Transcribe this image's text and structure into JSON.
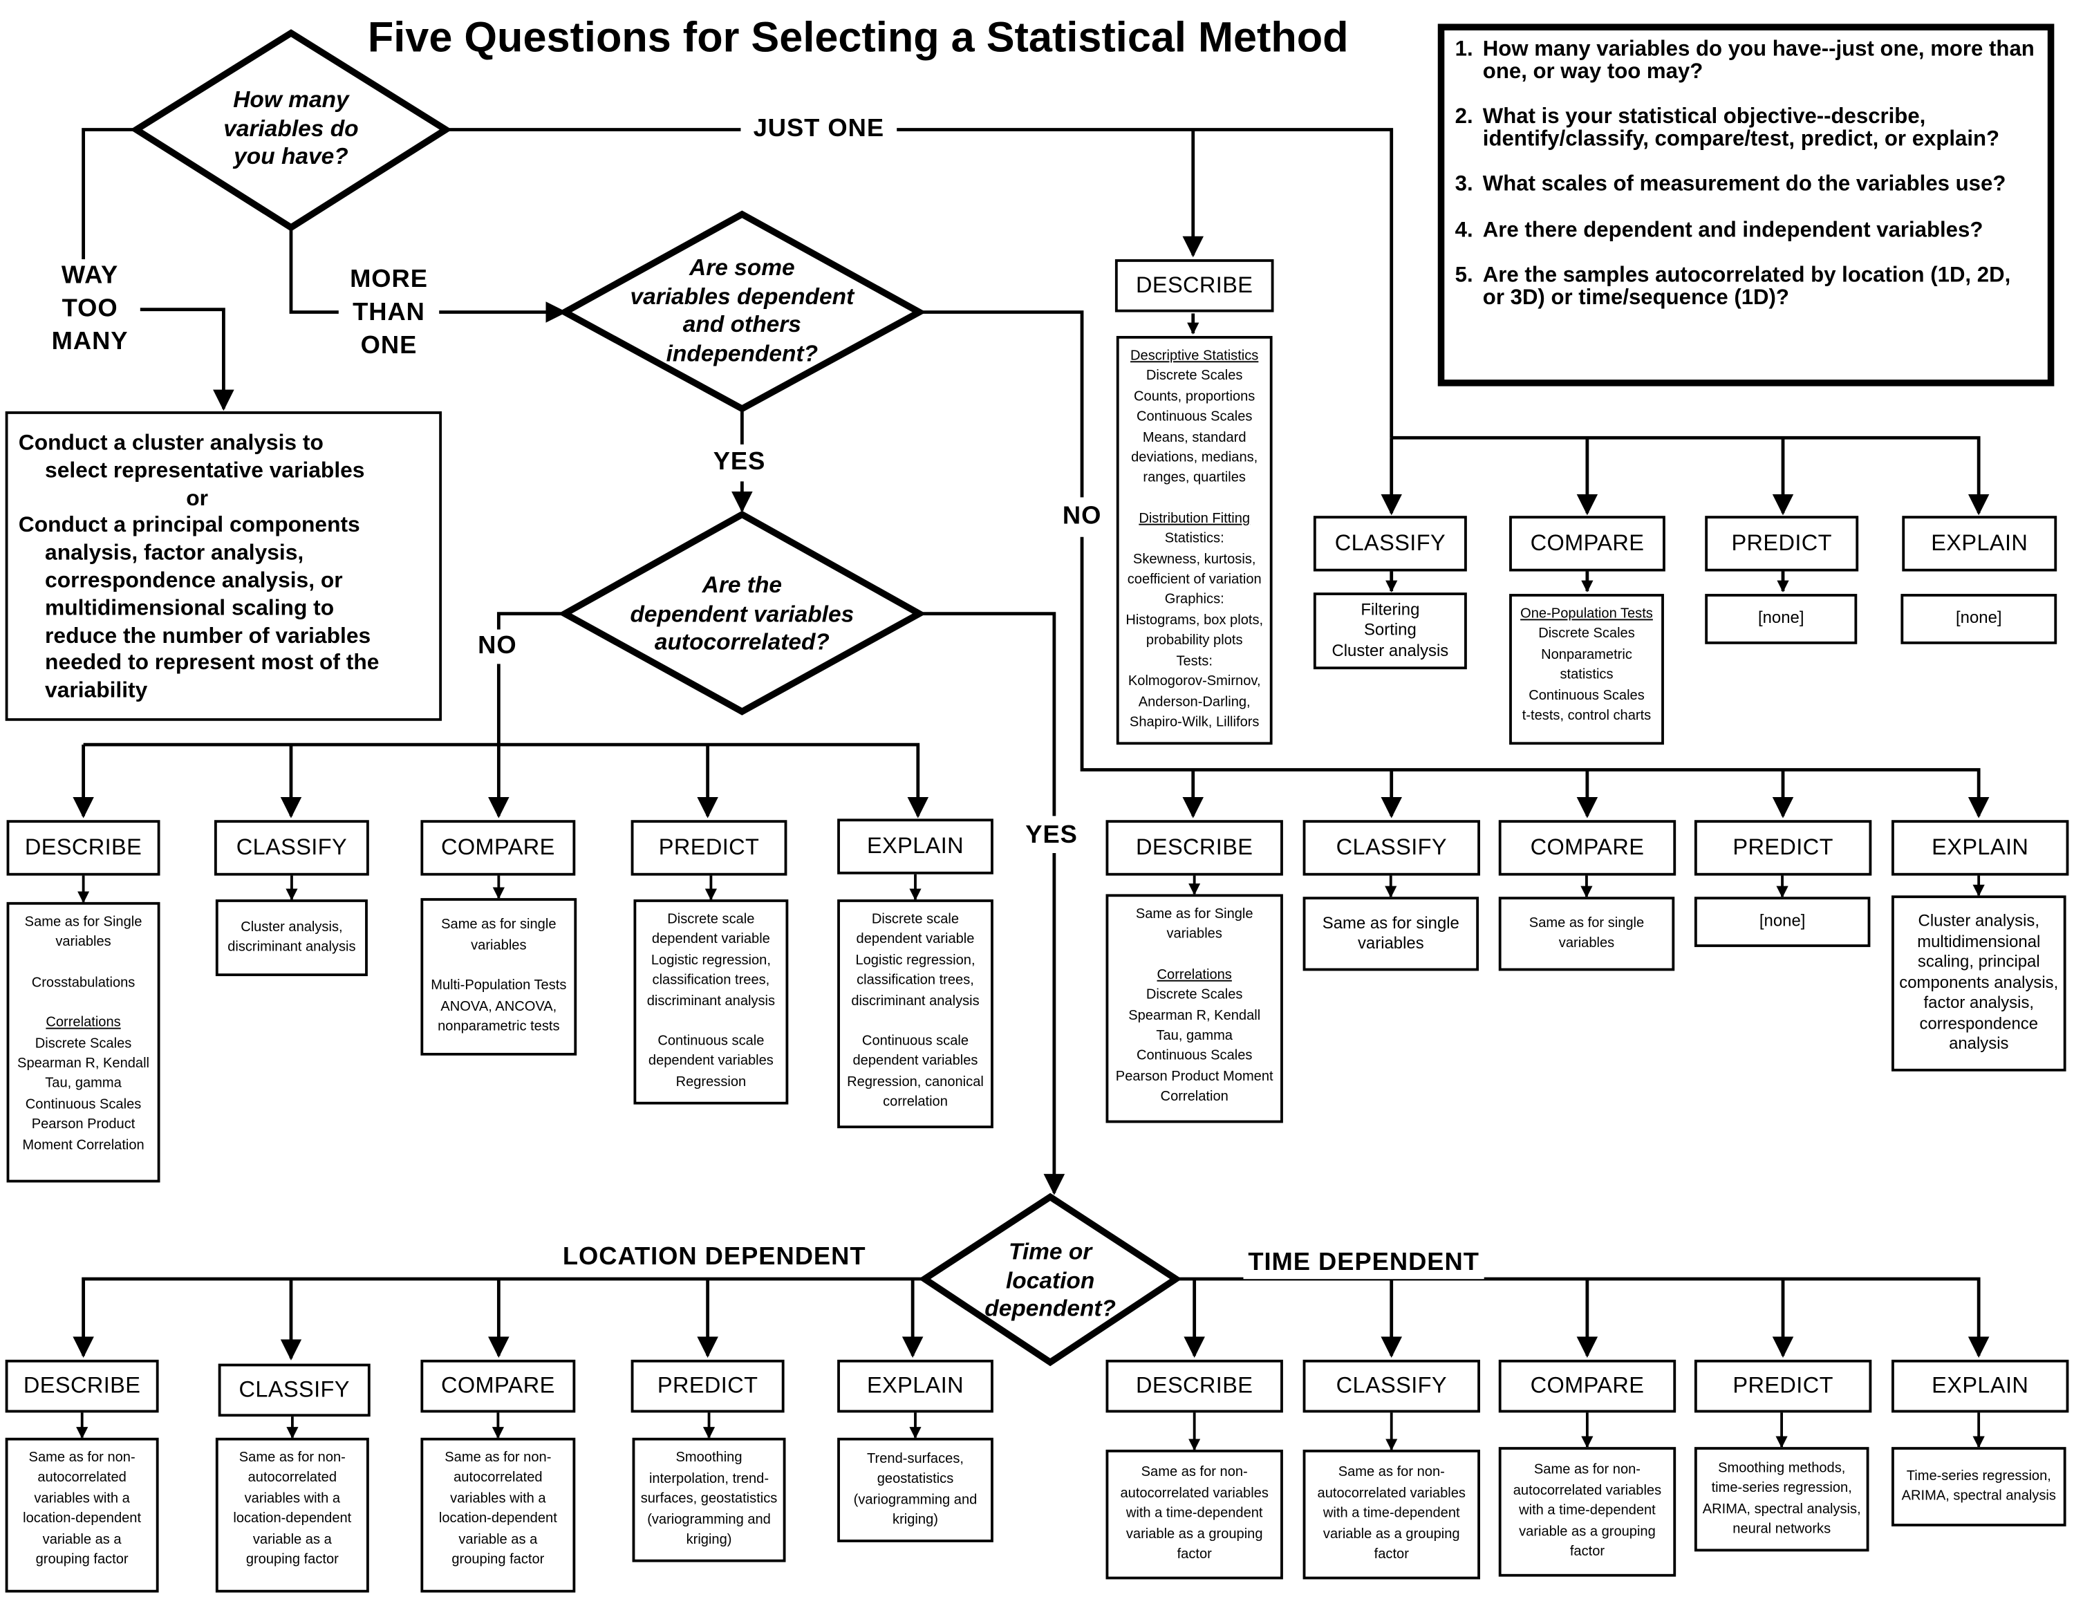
{
  "title": "Five Questions for Selecting a Statistical Method",
  "questions": [
    {
      "num": "1.",
      "text": "How many variables do you have--just one, more than one, or way too may?"
    },
    {
      "num": "2.",
      "text": "What is your statistical objective--describe, identify/classify, compare/test, predict, or explain?"
    },
    {
      "num": "3.",
      "text": "What scales  of measurement do the variables use?"
    },
    {
      "num": "4.",
      "text": "Are there dependent and independent variables?"
    },
    {
      "num": "5.",
      "text": "Are the samples autocorrelated by location (1D, 2D, or 3D) or time/sequence (1D)?"
    }
  ],
  "decisions": {
    "how_many": [
      "How many",
      "variables do",
      "you have?"
    ],
    "dependent": [
      "Are some",
      "variables dependent",
      "and others",
      "independent?"
    ],
    "autocorrelated": [
      "Are the",
      "dependent variables",
      "autocorrelated?"
    ],
    "time_location": [
      "Time or",
      "location",
      "dependent?"
    ]
  },
  "branch_labels": {
    "just_one": "JUST ONE",
    "way_too_many": [
      "WAY",
      "TOO",
      "MANY"
    ],
    "more_than_one": [
      "MORE",
      "THAN",
      "ONE"
    ],
    "yes_dependent": "YES",
    "no_dependent": "NO",
    "no_autocorrelated": "NO",
    "yes_autocorrelated": "YES",
    "location_dependent": "LOCATION DEPENDENT",
    "time_dependent": "TIME DEPENDENT"
  },
  "cluster_box": {
    "line1": "Conduct a cluster analysis to",
    "line2": "select representative variables",
    "or": "or",
    "line3": "Conduct a principal components",
    "rest": [
      "analysis, factor analysis,",
      "correspondence analysis, or",
      "multidimensional scaling to",
      "reduce the number of variables",
      "needed to represent most of the",
      "variability"
    ]
  },
  "categories": {
    "describe": "DESCRIBE",
    "classify": "CLASSIFY",
    "compare": "COMPARE",
    "predict": "PREDICT",
    "explain": "EXPLAIN"
  },
  "single": {
    "describe": [
      "#Descriptive Statistics",
      "Discrete Scales",
      "Counts, proportions",
      "Continuous Scales",
      "Means, standard",
      "deviations, medians,",
      "ranges, quartiles",
      "",
      "#Distribution Fitting",
      "Statistics:",
      "Skewness, kurtosis,",
      "coefficient of variation",
      "Graphics:",
      "Histograms, box plots,",
      "probability plots",
      "Tests:",
      "Kolmogorov-Smirnov,",
      "Anderson-Darling,",
      "Shapiro-Wilk, Lillifors"
    ],
    "classify": [
      "Filtering",
      "Sorting",
      "Cluster analysis"
    ],
    "compare": [
      "#One-Population Tests",
      "Discrete Scales",
      "Nonparametric",
      "statistics",
      "Continuous Scales",
      "t-tests, control charts"
    ],
    "predict": [
      "[none]"
    ],
    "explain": [
      "[none]"
    ]
  },
  "dependent_not_autocorrelated": {
    "describe": [
      "Same as for Single",
      "variables",
      "",
      "Crosstabulations",
      "",
      "#Correlations",
      "Discrete Scales",
      "Spearman R, Kendall",
      "Tau, gamma",
      "Continuous Scales",
      "Pearson Product",
      "Moment Correlation"
    ],
    "classify": [
      "Cluster analysis,",
      "discriminant analysis"
    ],
    "compare": [
      "Same as for single",
      "variables",
      "",
      "Multi-Population Tests",
      "ANOVA, ANCOVA,",
      "nonparametric tests"
    ],
    "predict": [
      "Discrete scale",
      "dependent variable",
      "Logistic regression,",
      "classification trees,",
      "discriminant analysis",
      "",
      "Continuous scale",
      "dependent variables",
      "Regression"
    ],
    "explain": [
      "Discrete scale",
      "dependent variable",
      "Logistic regression,",
      "classification trees,",
      "discriminant analysis",
      "",
      "Continuous scale",
      "dependent variables",
      "Regression, canonical",
      "correlation"
    ]
  },
  "not_dependent": {
    "describe": [
      "Same as for Single",
      "variables",
      "",
      "#Correlations",
      "Discrete Scales",
      "Spearman R, Kendall",
      "Tau, gamma",
      "Continuous Scales",
      "Pearson Product Moment",
      "Correlation"
    ],
    "classify": [
      "Same as for single",
      "variables"
    ],
    "compare": [
      "Same as for single",
      "variables"
    ],
    "predict": [
      "[none]"
    ],
    "explain": [
      "Cluster analysis,",
      "multidimensional",
      "scaling, principal",
      "components analysis,",
      "factor analysis,",
      "correspondence",
      "analysis"
    ]
  },
  "location_dependent": {
    "describe": [
      "Same as for non-",
      "autocorrelated",
      "variables with a",
      "location-dependent",
      "variable as a",
      "grouping factor"
    ],
    "classify": [
      "Same as for non-",
      "autocorrelated",
      "variables with a",
      "location-dependent",
      "variable as a",
      "grouping factor"
    ],
    "compare": [
      "Same as for non-",
      "autocorrelated",
      "variables with a",
      "location-dependent",
      "variable as a",
      "grouping factor"
    ],
    "predict": [
      "Smoothing",
      "interpolation, trend-",
      "surfaces, geostatistics",
      "(variogramming and",
      "kriging)"
    ],
    "explain": [
      "Trend-surfaces,",
      "geostatistics",
      "(variogramming and",
      "kriging)"
    ]
  },
  "time_dependent": {
    "describe": [
      "Same as for non-",
      "autocorrelated variables",
      "with a time-dependent",
      "variable as a grouping",
      "factor"
    ],
    "classify": [
      "Same as for non-",
      "autocorrelated variables",
      "with a time-dependent",
      "variable as a grouping",
      "factor"
    ],
    "compare": [
      "Same as for non-",
      "autocorrelated variables",
      "with a time-dependent",
      "variable as a grouping",
      "factor"
    ],
    "predict": [
      "Smoothing methods,",
      "time-series regression,",
      "ARIMA, spectral analysis,",
      "neural networks"
    ],
    "explain": [
      "Time-series regression,",
      "ARIMA, spectral analysis"
    ]
  }
}
